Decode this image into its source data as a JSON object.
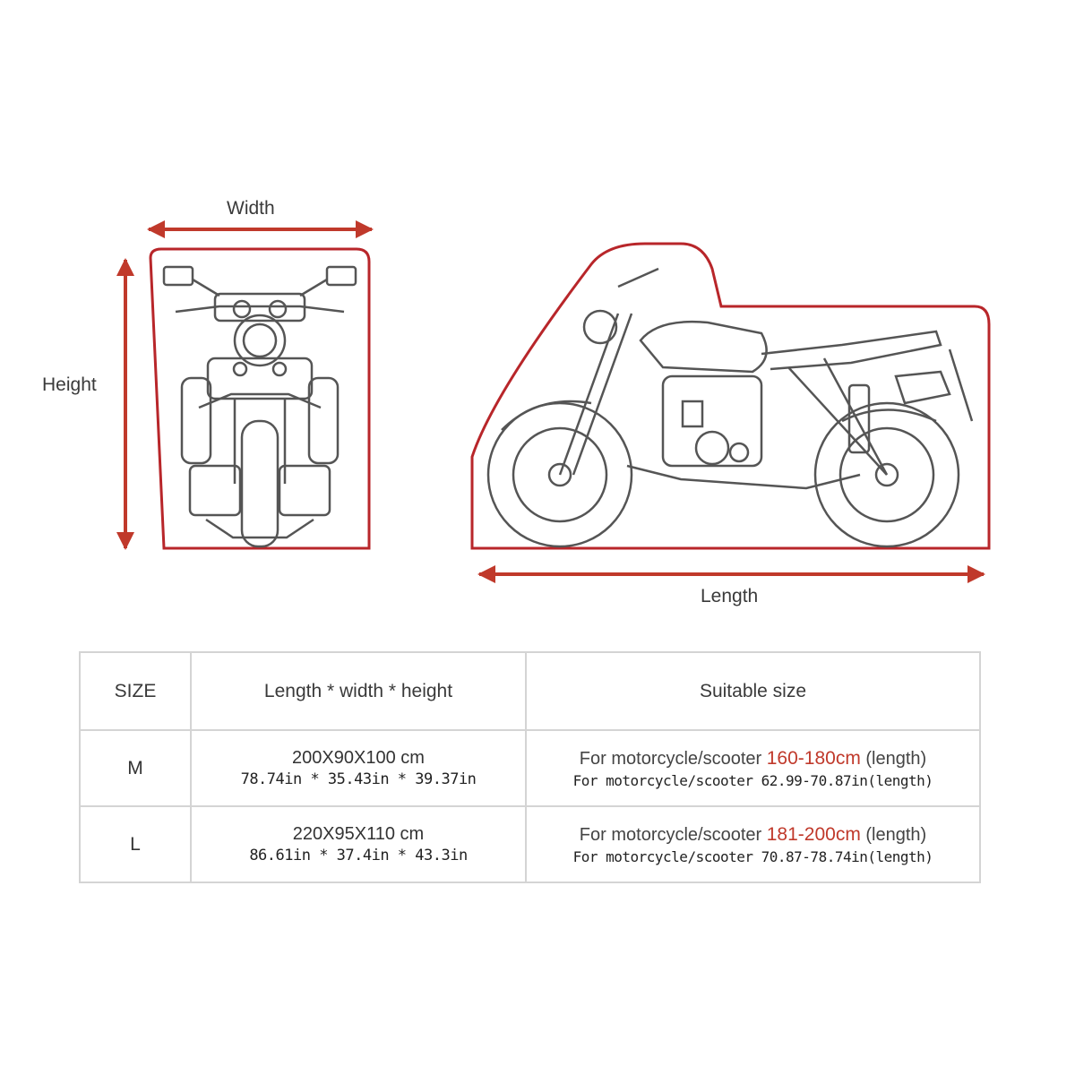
{
  "diagram": {
    "width_label": "Width",
    "height_label": "Height",
    "length_label": "Length",
    "outline_color": "#b8262a",
    "arrow_color": "#c0392b",
    "line_color": "#555555"
  },
  "table": {
    "headers": [
      "SIZE",
      "Length * width * height",
      "Suitable size"
    ],
    "rows": [
      {
        "size": "M",
        "cm": "200X90X100 cm",
        "inches": "78.74in * 35.43in * 39.37in",
        "suit_prefix": "For motorcycle/scooter",
        "suit_range": "160-180cm",
        "suit_suffix": "(length)",
        "suit_inches": "For motorcycle/scooter  62.99-70.87in(length)"
      },
      {
        "size": "L",
        "cm": "220X95X110 cm",
        "inches": "86.61in * 37.4in * 43.3in",
        "suit_prefix": "For motorcycle/scooter",
        "suit_range": "181-200cm",
        "suit_suffix": "(length)",
        "suit_inches": "For motorcycle/scooter  70.87-78.74in(length)"
      }
    ]
  }
}
